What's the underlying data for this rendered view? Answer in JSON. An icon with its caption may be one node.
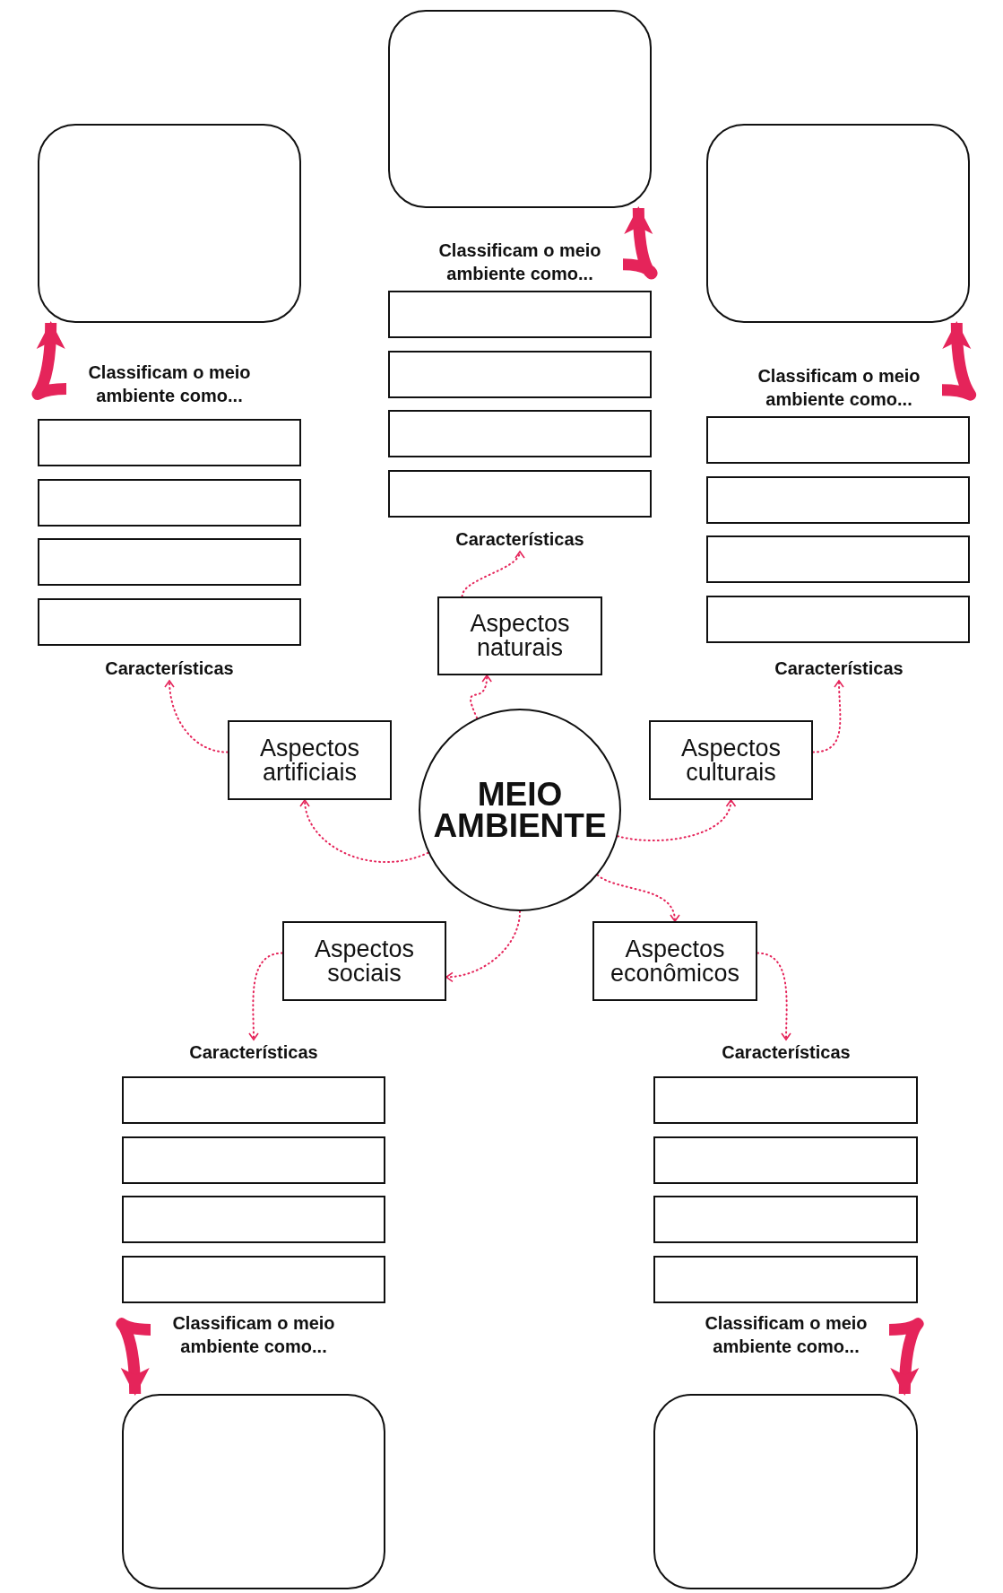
{
  "diagram": {
    "nodes": [
      {
        "text": [
          "MEIO AMBIENTE"
        ]
      },
      {
        "text": [
          "Aspectos naturais"
        ]
      },
      {
        "text": [
          "Características"
        ]
      },
      {
        "text": [],
        "shape": "box"
      },
      {
        "text": [],
        "shape": "box"
      },
      {
        "text": [],
        "shape": "box"
      },
      {
        "text": [],
        "shape": "box"
      },
      {
        "text": [
          "Classificam o meio ambiente como..."
        ]
      },
      {
        "text": [],
        "shape": "box"
      },
      {
        "text": [
          "Aspectos artificiais"
        ]
      },
      {
        "text": [
          "Características"
        ]
      },
      {
        "text": [],
        "shape": "box"
      },
      {
        "text": [],
        "shape": "box"
      },
      {
        "text": [],
        "shape": "box"
      },
      {
        "text": [],
        "shape": "box"
      },
      {
        "text": [
          "Classificam o meio ambiente como..."
        ]
      },
      {
        "text": [],
        "shape": "box"
      },
      {
        "text": [
          "Aspectos culturais"
        ]
      },
      {
        "text": [
          "Características"
        ]
      },
      {
        "text": [],
        "shape": "box"
      },
      {
        "text": [],
        "shape": "box"
      },
      {
        "text": [],
        "shape": "box"
      },
      {
        "text": [],
        "shape": "box"
      },
      {
        "text": [
          "Classificam o meio ambiente como..."
        ]
      },
      {
        "text": [],
        "shape": "box"
      },
      {
        "text": [
          "Aspectos sociais"
        ]
      },
      {
        "text": [
          "Características"
        ]
      },
      {
        "text": [],
        "shape": "box"
      },
      {
        "text": [],
        "shape": "box"
      },
      {
        "text": [],
        "shape": "box"
      },
      {
        "text": [],
        "shape": "box"
      },
      {
        "text": [
          "Classificam o meio ambiente como..."
        ]
      },
      {
        "text": [],
        "shape": "box"
      },
      {
        "text": [
          "Aspectos econômicos"
        ]
      },
      {
        "text": [
          "Características"
        ]
      },
      {
        "text": [],
        "shape": "box"
      },
      {
        "text": [],
        "shape": "box"
      },
      {
        "text": [],
        "shape": "box"
      },
      {
        "text": [],
        "shape": "box"
      },
      {
        "text": [
          "Classificam o meio ambiente como..."
        ]
      },
      {
        "text": [],
        "shape": "box"
      }
    ],
    "edges": [
      {
        "from": 0,
        "to": 1,
        "arrow": "to",
        "style": "dashed"
      },
      {
        "from": 1,
        "to": 2,
        "arrow": "to",
        "style": "dashed"
      },
      {
        "from": 7,
        "to": 8,
        "arrow": "to",
        "style": "thick"
      },
      {
        "from": 0,
        "to": 9,
        "arrow": "to",
        "style": "dashed"
      },
      {
        "from": 9,
        "to": 10,
        "arrow": "to",
        "style": "dashed"
      },
      {
        "from": 15,
        "to": 16,
        "arrow": "to",
        "style": "thick"
      },
      {
        "from": 0,
        "to": 17,
        "arrow": "to",
        "style": "dashed"
      },
      {
        "from": 17,
        "to": 18,
        "arrow": "to",
        "style": "dashed"
      },
      {
        "from": 23,
        "to": 24,
        "arrow": "to",
        "style": "thick"
      },
      {
        "from": 0,
        "to": 25,
        "arrow": "to",
        "style": "dashed"
      },
      {
        "from": 25,
        "to": 26,
        "arrow": "to",
        "style": "dashed"
      },
      {
        "from": 31,
        "to": 32,
        "arrow": "to",
        "style": "thick"
      },
      {
        "from": 0,
        "to": 33,
        "arrow": "to",
        "style": "dashed"
      },
      {
        "from": 33,
        "to": 34,
        "arrow": "to",
        "style": "dashed"
      },
      {
        "from": 39,
        "to": 40,
        "arrow": "to",
        "style": "thick"
      }
    ]
  }
}
